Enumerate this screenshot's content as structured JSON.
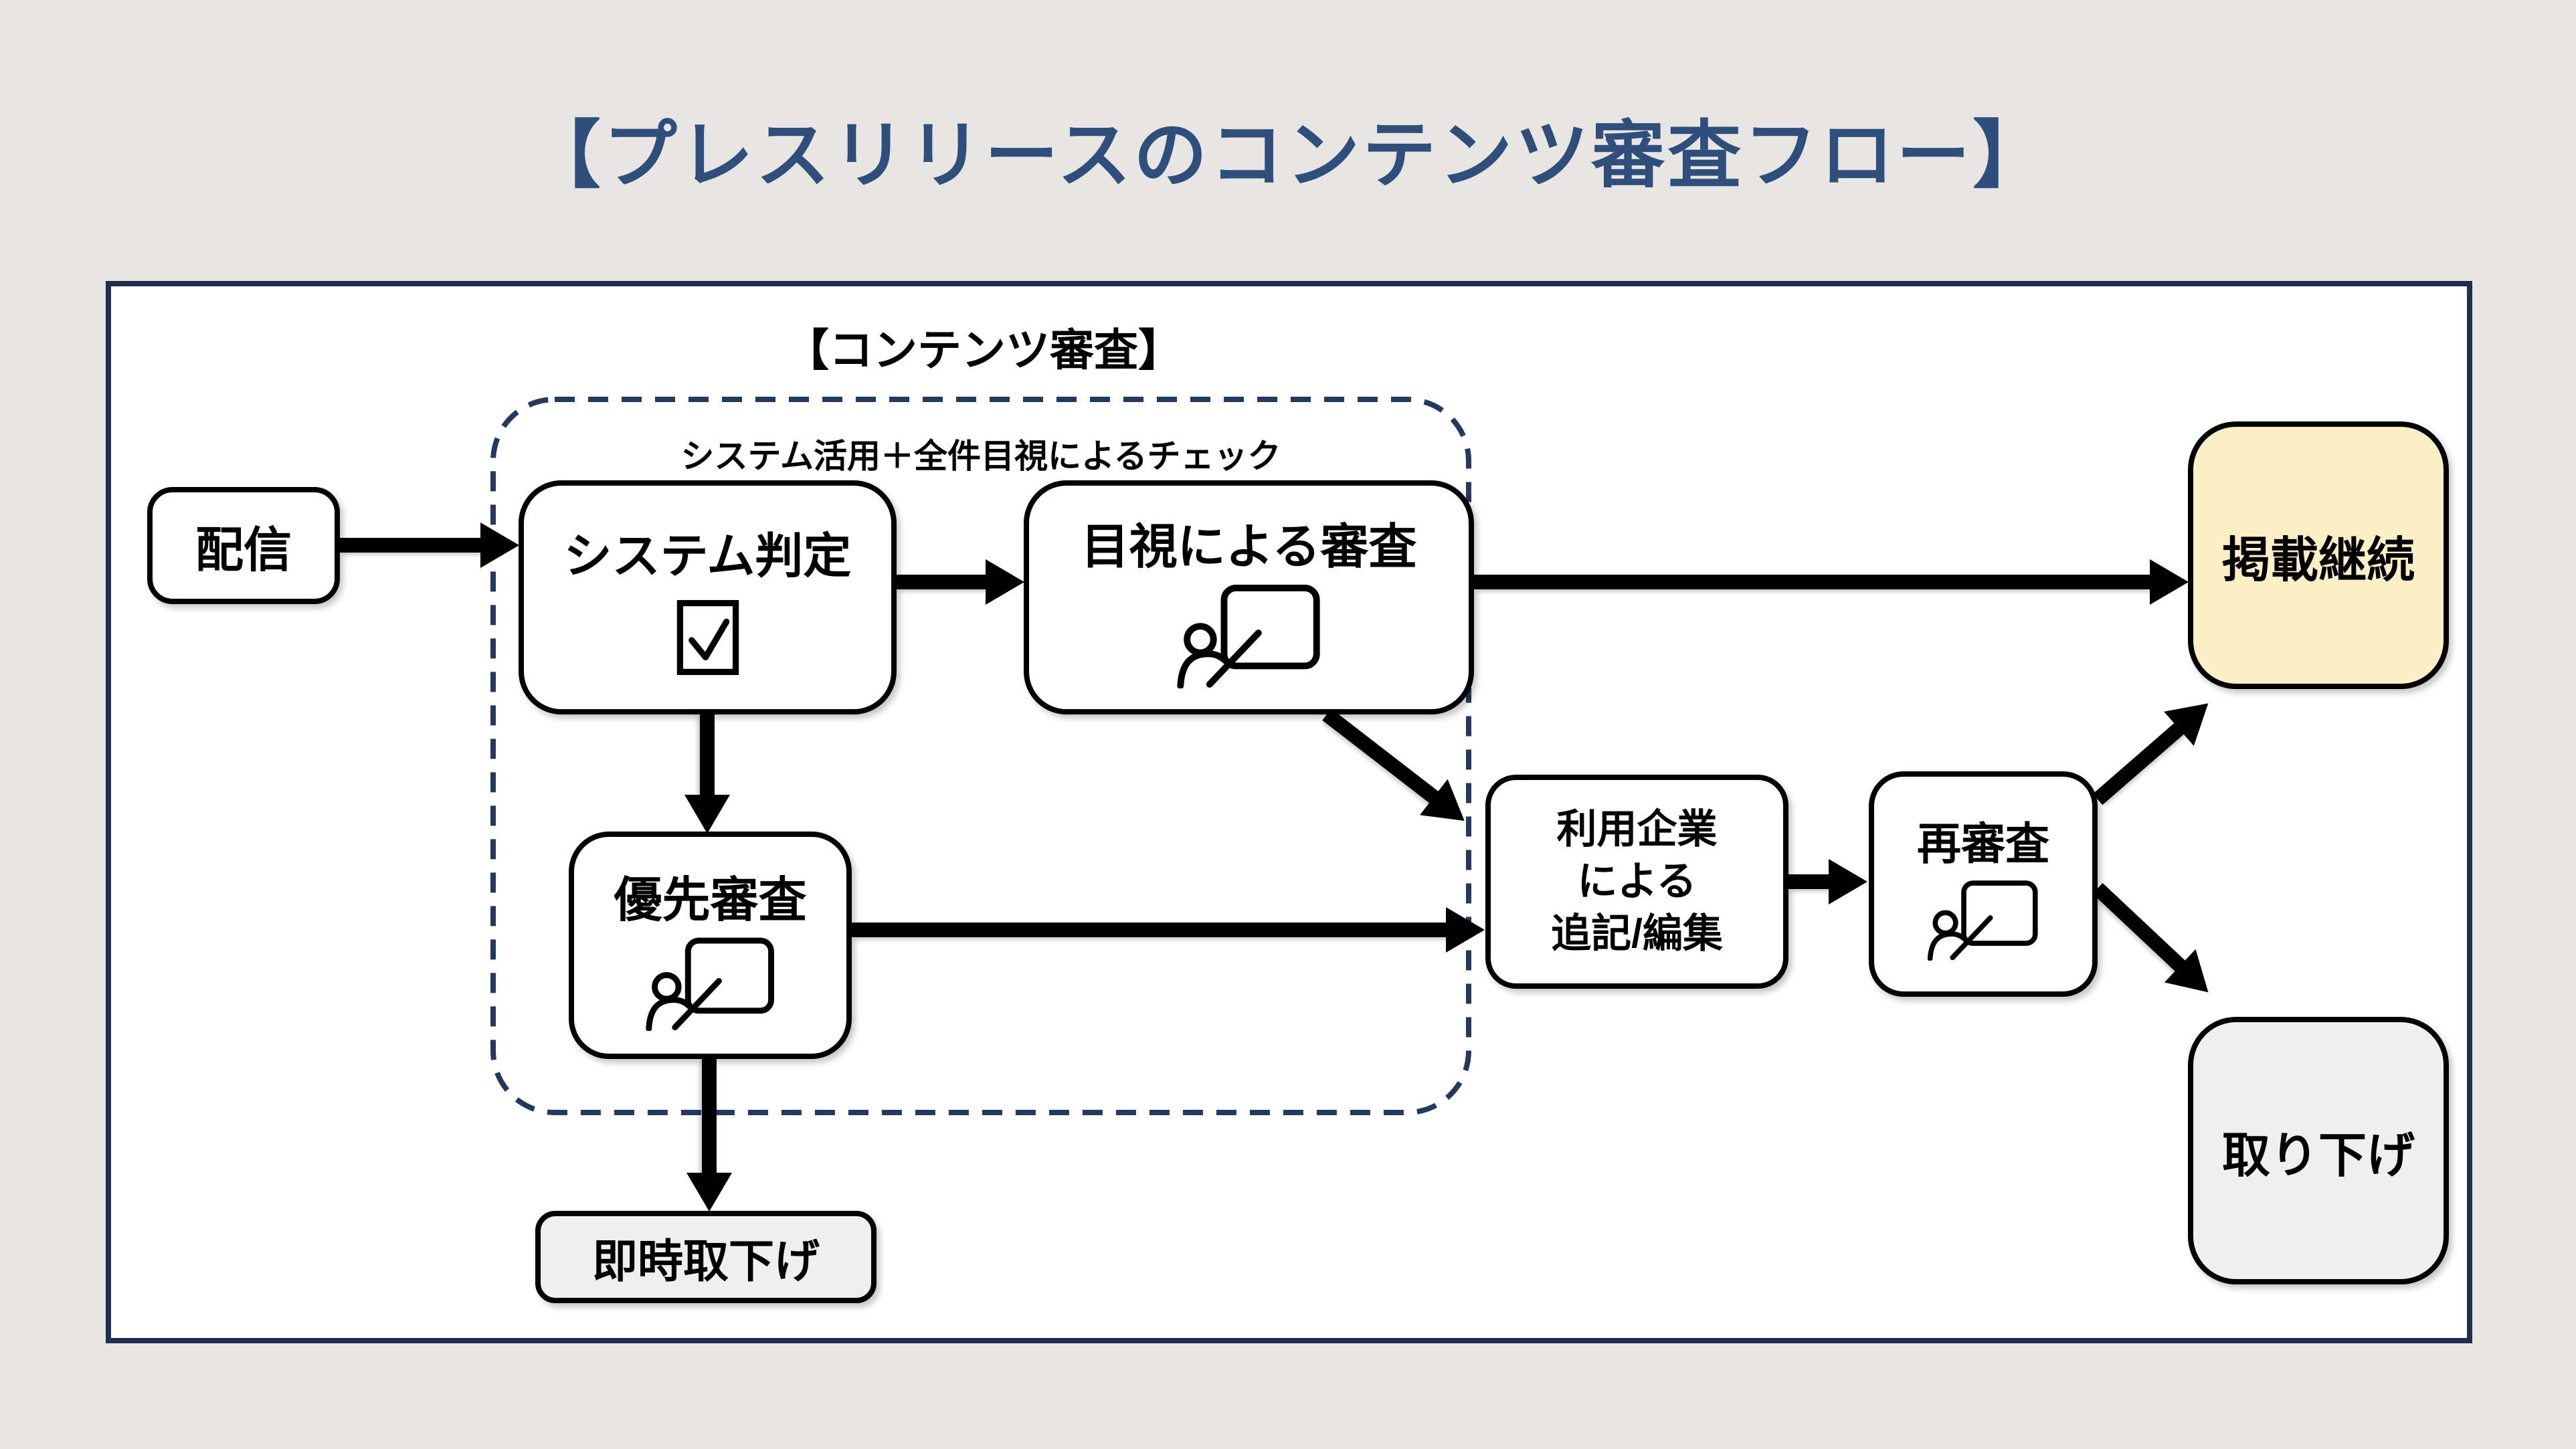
{
  "page": {
    "title": "【プレスリリースのコンテンツ審査フロー】",
    "colors": {
      "background": "#E7E6E3",
      "title": "#2F4E7C",
      "frame_border": "#1D2E4E",
      "dashed_border": "#24395E",
      "keep_published_fill": "#FBEFC8",
      "withdraw_fill": "#EFEFEF",
      "node_border": "#000000"
    }
  },
  "diagram": {
    "group_label": "【コンテンツ審査】",
    "group_note": "システム活用＋全件目視によるチェック",
    "nodes": {
      "delivery": {
        "label": "配信"
      },
      "system_judgement": {
        "label": "システム判定",
        "icon": "checkbox-icon"
      },
      "visual_review": {
        "label": "目視による審査",
        "icon": "presenter-icon"
      },
      "priority_review": {
        "label": "優先審査",
        "icon": "presenter-icon"
      },
      "company_edit": {
        "lines": [
          "利用企業",
          "による",
          "追記/編集"
        ]
      },
      "re_review": {
        "label": "再審査",
        "icon": "presenter-icon"
      },
      "keep_published": {
        "label": "掲載継続"
      },
      "withdraw": {
        "label": "取り下げ"
      },
      "immediate_withdraw": {
        "label": "即時取下げ"
      }
    }
  }
}
